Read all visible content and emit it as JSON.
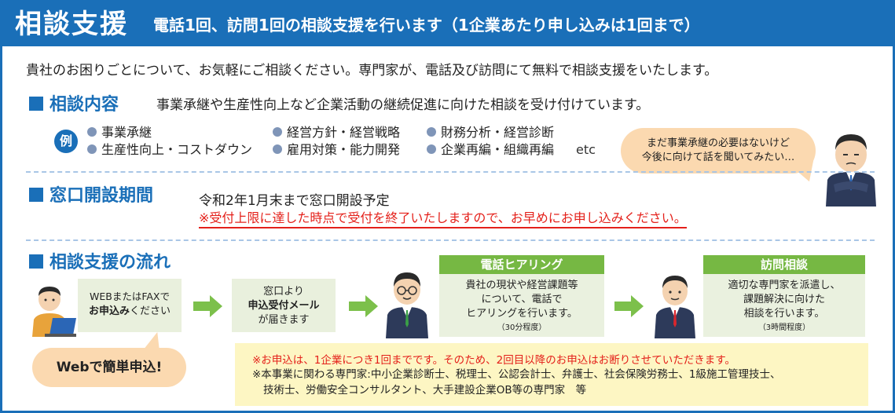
{
  "header": {
    "title": "相談支援",
    "subtitle": "電話1回、訪問1回の相談支援を行います（1企業あたり申し込みは1回まで）"
  },
  "intro": "貴社のお困りごとについて、お気軽にご相談ください。専門家が、電話及び訪問にて無料で相談支援をいたします。",
  "consult": {
    "title": "相談内容",
    "desc": "事業承継や生産性向上など企業活動の継続促進に向けた相談を受け付けています。",
    "example_badge": "例",
    "examples": [
      "事業承継",
      "経営方針・経営戦略",
      "財務分析・経営診断",
      "生産性向上・コストダウン",
      "雇用対策・能力開発",
      "企業再編・組織再編"
    ],
    "etc": "etc",
    "bubble_line1": "まだ事業承継の必要はないけど",
    "bubble_line2": "今後に向けて話を聞いてみたい…"
  },
  "period": {
    "title": "窓口開設期間",
    "text": "令和2年1月末まで窓口開設予定",
    "warning": "※受付上限に達した時点で受付を終了いたしますので、お早めにお申し込みください。"
  },
  "flow": {
    "title": "相談支援の流れ",
    "step1_line1": "WEBまたはFAXで",
    "step1_bold": "お申込み",
    "step1_rest": "ください",
    "step2_line1": "窓口より",
    "step2_bold": "申込受付メール",
    "step2_line3": "が届きます",
    "step3_head": "電話ヒアリング",
    "step3_line1": "貴社の現状や経営課題等",
    "step3_line2": "について、電話で",
    "step3_line3": "ヒアリングを行います。",
    "step3_note": "（30分程度）",
    "step4_head": "訪問相談",
    "step4_line1": "適切な専門家を派遣し、",
    "step4_line2": "課題解決に向けた",
    "step4_line3": "相談を行います。",
    "step4_note": "（3時間程度）",
    "web_bubble": "Webで簡単申込!"
  },
  "notes": {
    "line1": "※お申込は、1企業につき1回までです。そのため、2回目以降のお申込はお断りさせていただきます。",
    "line2": "※本事業に関わる専門家:中小企業診断士、税理士、公認会計士、弁護士、社会保険労務士、1級施工管理技士、",
    "line3": "技術士、労働安全コンサルタント、大手建設企業OB等の専門家　等"
  },
  "colors": {
    "primary": "#1a6fb8",
    "accent_green": "#76b843",
    "warning_red": "#e4201a",
    "bubble_orange": "#fbd9b0",
    "note_yellow": "#fdf6c3"
  }
}
